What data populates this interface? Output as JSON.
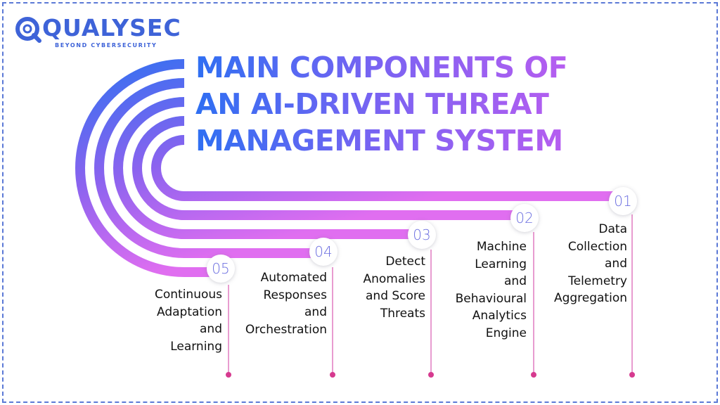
{
  "logo": {
    "name": "QUALYSEC",
    "tagline": "BEYOND CYBERSECURITY"
  },
  "title": {
    "lines": [
      "MAIN COMPONENTS OF",
      "AN AI-DRIVEN THREAT",
      "MANAGEMENT SYSTEM"
    ]
  },
  "colors": {
    "accent_blue": "#3e63d8",
    "gradient_start": "#2f6ff2",
    "gradient_end": "#d86ff4",
    "stem_pink": "#d63a8f"
  },
  "steps": [
    {
      "number": "01",
      "label_lines": [
        "Data",
        "Collection",
        "and",
        "Telemetry",
        "Aggregation"
      ]
    },
    {
      "number": "02",
      "label_lines": [
        "Machine",
        "Learning",
        "and",
        "Behavioural",
        "Analytics",
        "Engine"
      ]
    },
    {
      "number": "03",
      "label_lines": [
        "Detect",
        "Anomalies",
        "and Score",
        "Threats"
      ]
    },
    {
      "number": "04",
      "label_lines": [
        "Automated",
        "Responses",
        "and",
        "Orchestration"
      ]
    },
    {
      "number": "05",
      "label_lines": [
        "Continuous",
        "Adaptation",
        "and",
        "Learning"
      ]
    }
  ]
}
